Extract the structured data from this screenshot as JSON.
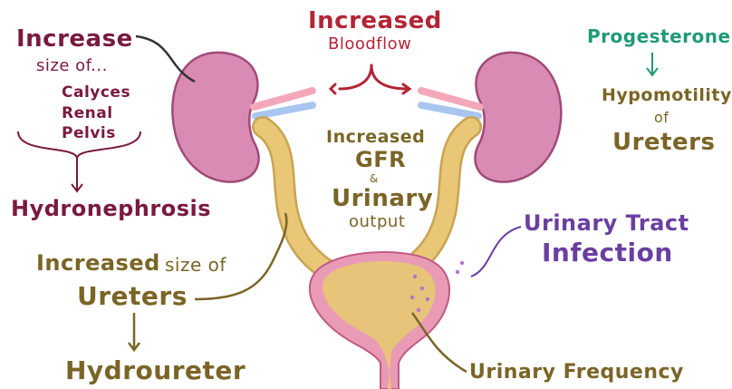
{
  "colors": {
    "kidney": "#d98bb4",
    "kidney_outline": "#a04a78",
    "ureter": "#e9c777",
    "bladder_wall": "#e99bb6",
    "bladder_fill": "#e8c37a",
    "artery": "#f4a7b9",
    "vein": "#a9c6f0"
  },
  "labels": {
    "increase": "Increase",
    "size_of": "size of...",
    "calyces": "Calyces",
    "renal": "Renal",
    "pelvis": "Pelvis",
    "hydronephrosis": "Hydronephrosis",
    "increased_size_of_a": "Increased",
    "increased_size_of_b": "size of",
    "ureters_left": "Ureters",
    "hydroureter": "Hydroureter",
    "increased_bloodflow_a": "Increased",
    "increased_bloodflow_b": "Bloodflow",
    "increased_gfr_a": "Increased",
    "increased_gfr_b": "GFR",
    "increased_gfr_amp": "&",
    "urinary": "Urinary",
    "output": "output",
    "progesterone": "Progesterone",
    "hypomotility": "Hypomotility",
    "of": "of",
    "ureters_right": "Ureters",
    "uti_a": "Urinary Tract",
    "uti_b": "Infection",
    "urinary_frequency": "Urinary Frequency"
  }
}
